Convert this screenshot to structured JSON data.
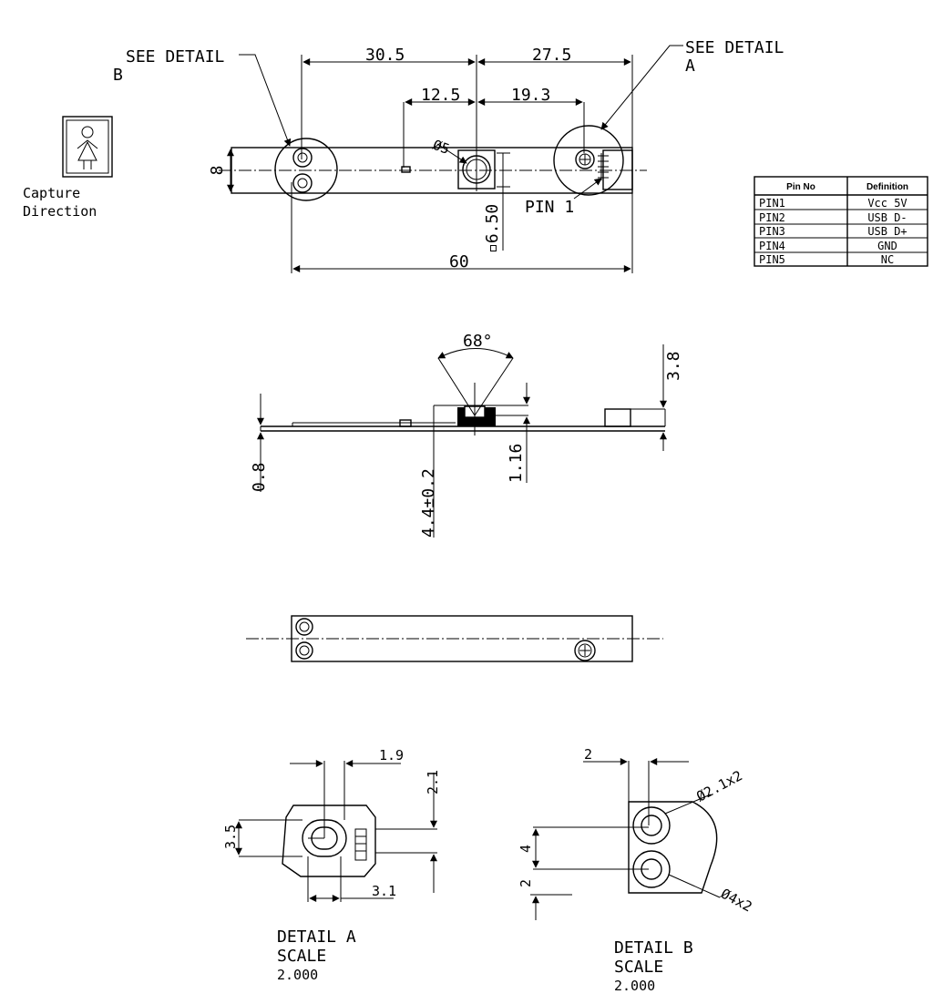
{
  "top_view": {
    "dims": {
      "d_30_5": "30.5",
      "d_27_5": "27.5",
      "d_12_5": "12.5",
      "d_19_3": "19.3",
      "d_8": "8",
      "d_phi5": "Ø5",
      "d_6_50": "▫6.50",
      "d_60": "60"
    },
    "callouts": {
      "detail_b_1": "SEE DETAIL",
      "detail_b_2": "B",
      "detail_a_1": "SEE DETAIL",
      "detail_a_2": "A",
      "pin1": "PIN 1"
    }
  },
  "capture_direction": {
    "line1": "Capture",
    "line2": "Direction"
  },
  "pin_table": {
    "headers": [
      "Pin No",
      "Definition"
    ],
    "rows": [
      [
        "PIN1",
        "Vcc 5V"
      ],
      [
        "PIN2",
        "USB D-"
      ],
      [
        "PIN3",
        "USB D+"
      ],
      [
        "PIN4",
        "GND"
      ],
      [
        "PIN5",
        "NC"
      ]
    ]
  },
  "side_view": {
    "angle": "68°",
    "d_3_8": "3.8",
    "d_0_8": "0.8",
    "d_4_4": "4.4±0.2",
    "d_1_16": "1.16"
  },
  "detail_a": {
    "d_1_9": "1.9",
    "d_2_1": "2.1",
    "d_3_5": "3.5",
    "d_3_1": "3.1",
    "title": "DETAIL  A",
    "scale_label": "SCALE",
    "scale_value": "2.000"
  },
  "detail_b": {
    "d_2_top": "2",
    "d_phi2_1": "Ø2.1x2",
    "d_4": "4",
    "d_2_side": "2",
    "d_phi4": "Ø4x2",
    "title": "DETAIL  B",
    "scale_label": "SCALE",
    "scale_value": "2.000"
  }
}
